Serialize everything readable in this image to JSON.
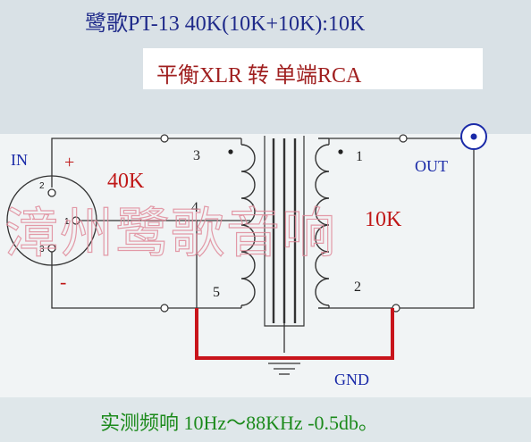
{
  "title": "鹭歌PT-13  40K(10K+10K):10K",
  "subtitle": "平衡XLR 转 单端RCA",
  "labels": {
    "in": "IN",
    "plus": "+",
    "minus": "-",
    "primary_impedance": "40K",
    "secondary_impedance": "10K",
    "out": "OUT",
    "gnd": "GND",
    "pin3": "3",
    "pin4": "4",
    "pin5": "5",
    "pin1": "1",
    "pin2": "2",
    "xlr_pin2": "2",
    "xlr_pin1": "1",
    "xlr_pin3": "3"
  },
  "watermark": "漳州鹭歌音响",
  "frequency_response": "实测频响 10Hz～88KHz  -0.5db。",
  "colors": {
    "title": "#1f2a8a",
    "subtitle": "#a02020",
    "impedance": "#c01818",
    "wire": "#333333",
    "ground_wire": "#c8141b",
    "connector": "#1a2aa8",
    "watermark": "#e08a9a",
    "freq_text": "#1b8a1b"
  }
}
